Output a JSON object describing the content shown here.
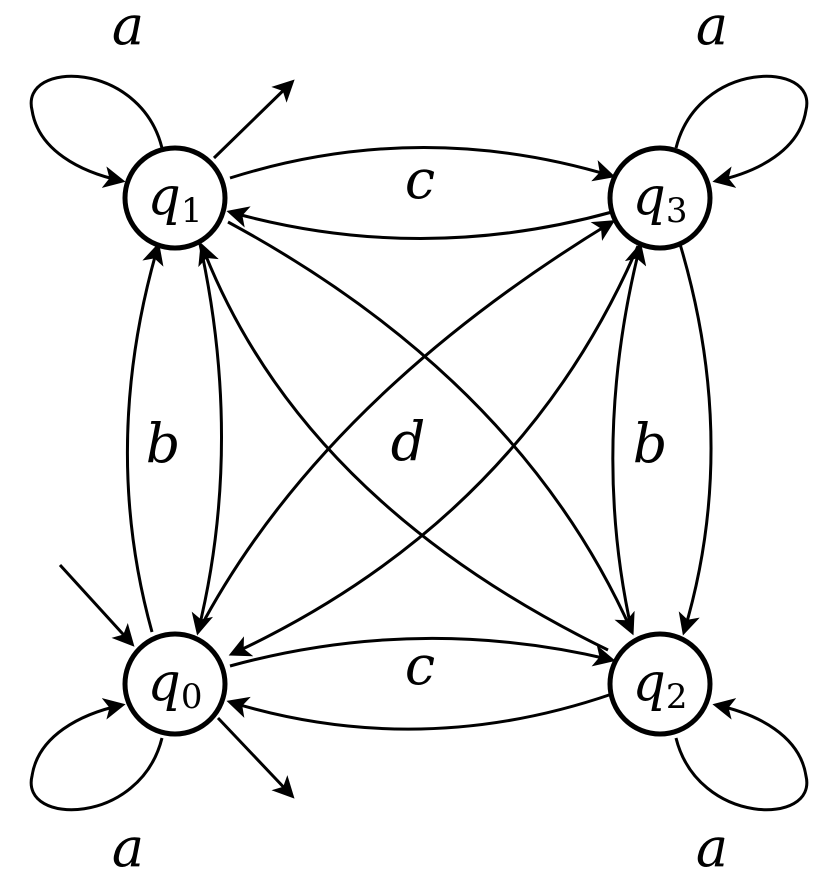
{
  "states": [
    {
      "id": "q0",
      "name": "q",
      "subscript": "0",
      "initial": true,
      "final": true
    },
    {
      "id": "q1",
      "name": "q",
      "subscript": "1",
      "initial": false,
      "final": true
    },
    {
      "id": "q2",
      "name": "q",
      "subscript": "2",
      "initial": false,
      "final": false
    },
    {
      "id": "q3",
      "name": "q",
      "subscript": "3",
      "initial": false,
      "final": false
    }
  ],
  "labels": {
    "loop_q1": "a",
    "loop_q3": "a",
    "loop_q0": "a",
    "loop_q2": "a",
    "q1_q3": "c",
    "q0_q2": "c",
    "left_vertical": "b",
    "right_vertical": "b",
    "diagonals": "d"
  }
}
